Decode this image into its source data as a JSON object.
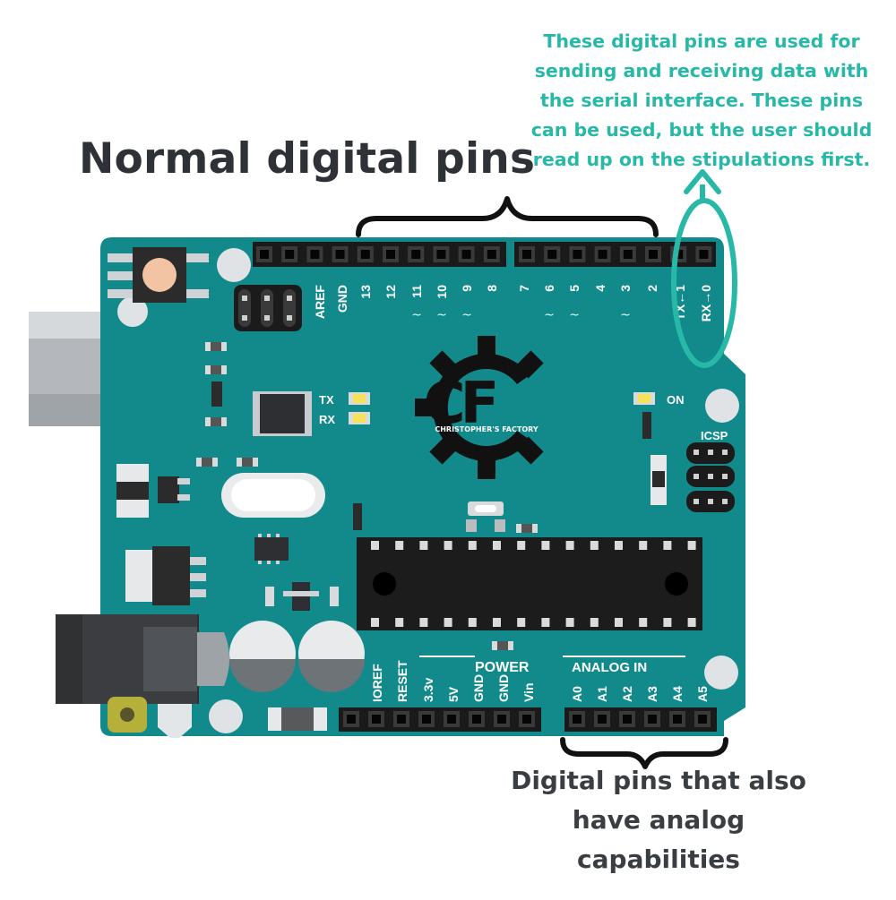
{
  "labels": {
    "normal_pins": "Normal digital pins",
    "serial_note": "These digital pins are used for sending and receiving data with the serial interface. These pins can be used, but the user should read up on the stipulations first.",
    "analog_note": "Digital pins that also have analog capabilities"
  },
  "board": {
    "top_header_labels": [
      "AREF",
      "GND",
      "13",
      "12",
      "11",
      "10",
      "9",
      "8",
      "7",
      "6",
      "5",
      "4",
      "3",
      "2",
      "TX←1",
      "RX→0"
    ],
    "pwm_marks": [
      "~",
      "~",
      "~",
      "~",
      "~",
      "~"
    ],
    "led_tx": "TX",
    "led_rx": "RX",
    "led_on": "ON",
    "icsp": "ICSP",
    "power_title": "POWER",
    "power_labels": [
      "IOREF",
      "RESET",
      "3.3v",
      "5V",
      "GND",
      "GND",
      "Vin"
    ],
    "analog_title": "ANALOG IN",
    "analog_labels": [
      "A0",
      "A1",
      "A2",
      "A3",
      "A4",
      "A5"
    ]
  },
  "logo": {
    "letters": "CF",
    "name": "CHRISTOPHER'S FACTORY"
  },
  "colors": {
    "board": "#128a8c",
    "accent": "#28b8a8",
    "text_dark": "#2e3135",
    "header_black": "#1a1a1a"
  }
}
